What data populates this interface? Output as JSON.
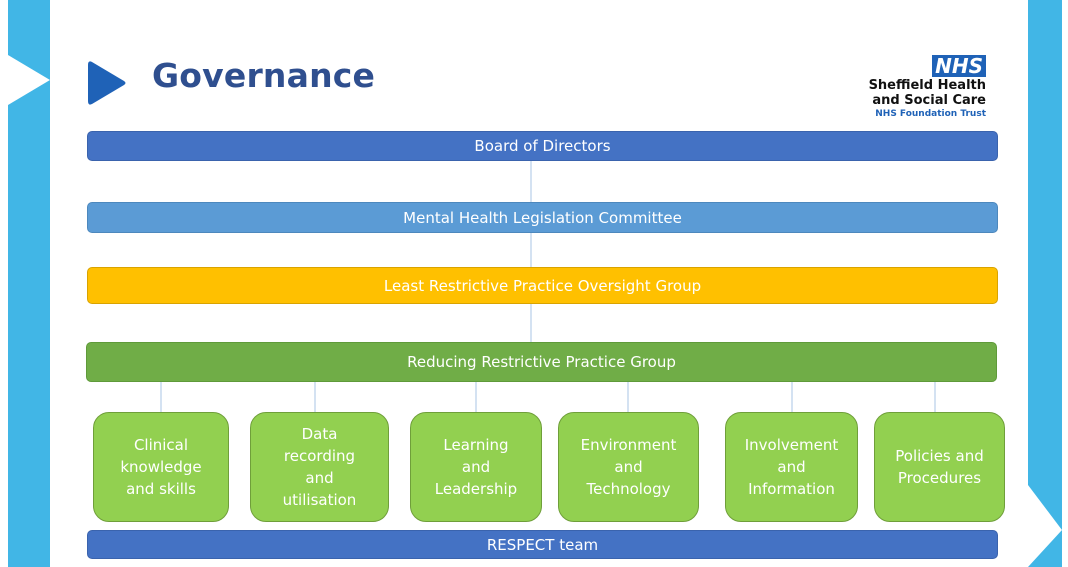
{
  "header": {
    "title": "Governance"
  },
  "logo": {
    "mark": "NHS",
    "line1": "Sheffield Health",
    "line2": "and Social Care",
    "line3": "NHS Foundation Trust"
  },
  "hierarchy": {
    "board": "Board of Directors",
    "committee": "Mental Health Legislation Committee",
    "oversight": "Least Restrictive Practice Oversight Group",
    "rrp_group": "Reducing Restrictive Practice Group",
    "workstreams": [
      "Clinical\nknowledge\nand skills",
      "Data\nrecording\nand\nutilisation",
      "Learning\nand\nLeadership",
      "Environment\nand\nTechnology",
      "Involvement\nand\nInformation",
      "Policies and\nProcedures"
    ],
    "team": "RESPECT team"
  },
  "colors": {
    "board": "#4472c4",
    "committee": "#5b9bd5",
    "oversight": "#ffc000",
    "rrp_group": "#70ad47",
    "workstream": "#92d050",
    "accent": "#2f4f8f",
    "edge": "#41b6e6"
  }
}
